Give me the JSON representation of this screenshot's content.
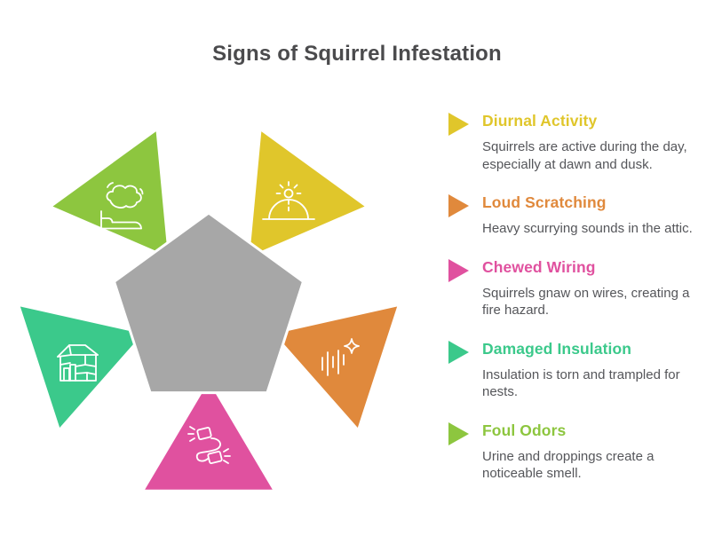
{
  "title": "Signs of Squirrel Infestation",
  "text_colors": {
    "title": "#4b4b4d",
    "description": "#55565a"
  },
  "items": [
    {
      "label": "Diurnal Activity",
      "description": "Squirrels are active during the day, especially at dawn and dusk.",
      "color": "#e0c62b",
      "marker": "arrow-right-icon"
    },
    {
      "label": "Loud Scratching",
      "description": "Heavy scurrying sounds in the attic.",
      "color": "#e0893c",
      "marker": "arrow-right-icon"
    },
    {
      "label": "Chewed Wiring",
      "description": "Squirrels gnaw on wires, creating a fire hazard.",
      "color": "#e0519f",
      "marker": "arrow-right-icon"
    },
    {
      "label": "Damaged Insulation",
      "description": "Insulation is torn and trampled for nests.",
      "color": "#3bc98b",
      "marker": "arrow-right-icon"
    },
    {
      "label": "Foul Odors",
      "description": "Urine and droppings create a noticeable smell.",
      "color": "#8dc63f",
      "marker": "arrow-right-icon"
    }
  ],
  "diagram": {
    "pentagon_color": "#a7a7a7",
    "triangles": [
      {
        "position": "top-left",
        "icon": "odor-cloud-bed-icon",
        "color": "#8dc63f"
      },
      {
        "position": "top-right",
        "icon": "sunrise-icon",
        "color": "#e0c62b"
      },
      {
        "position": "left",
        "icon": "damaged-house-icon",
        "color": "#3bc98b"
      },
      {
        "position": "right",
        "icon": "sound-waves-icon",
        "color": "#e0893c"
      },
      {
        "position": "bottom",
        "icon": "chewed-wire-icon",
        "color": "#e0519f"
      }
    ]
  }
}
